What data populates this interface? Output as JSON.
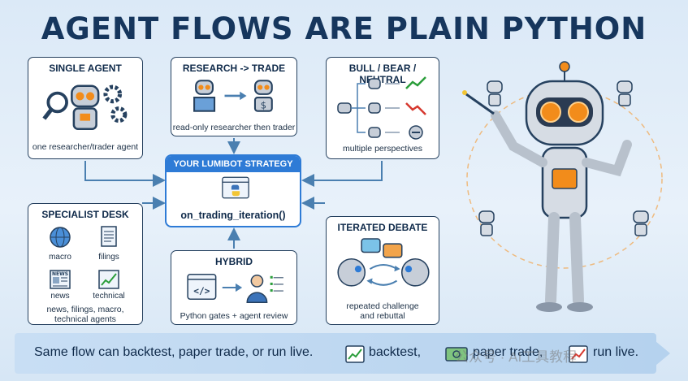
{
  "title": "AGENT FLOWS ARE PLAIN PYTHON",
  "cards": {
    "single_agent": {
      "title": "SINGLE AGENT",
      "caption": "one researcher/trader agent"
    },
    "research_trade": {
      "title": "RESEARCH -> TRADE",
      "caption": "read-only researcher then trader"
    },
    "bull_bear": {
      "title": "BULL / BEAR / NEUTRAL",
      "caption": "multiple perspectives"
    },
    "specialist": {
      "title": "SPECIALIST DESK",
      "labels": [
        "macro",
        "filings",
        "news",
        "technical"
      ],
      "caption_1": "news, filings, macro,",
      "caption_2": "technical agents",
      "news_badge": "NEWS"
    },
    "hybrid": {
      "title": "HYBRID",
      "caption": "Python gates + agent review"
    },
    "debate": {
      "title": "ITERATED DEBATE",
      "caption_1": "repeated challenge",
      "caption_2": "and rebuttal"
    }
  },
  "hub": {
    "title": "YOUR LUMIBOT STRATEGY",
    "function": "on_trading_iteration()"
  },
  "banner": {
    "lead": "Same flow can backtest, paper trade, or run live.",
    "item_1": "backtest,",
    "item_2": "paper trade,",
    "item_3": "run live."
  },
  "watermark": "公众号 · AI工具教程",
  "colors": {
    "accent": "#2e7bd6",
    "border": "#26415f",
    "up": "#2a9d3a",
    "down": "#d6382e",
    "robot": "#c7ced8",
    "eyes": "#f28c1b"
  }
}
